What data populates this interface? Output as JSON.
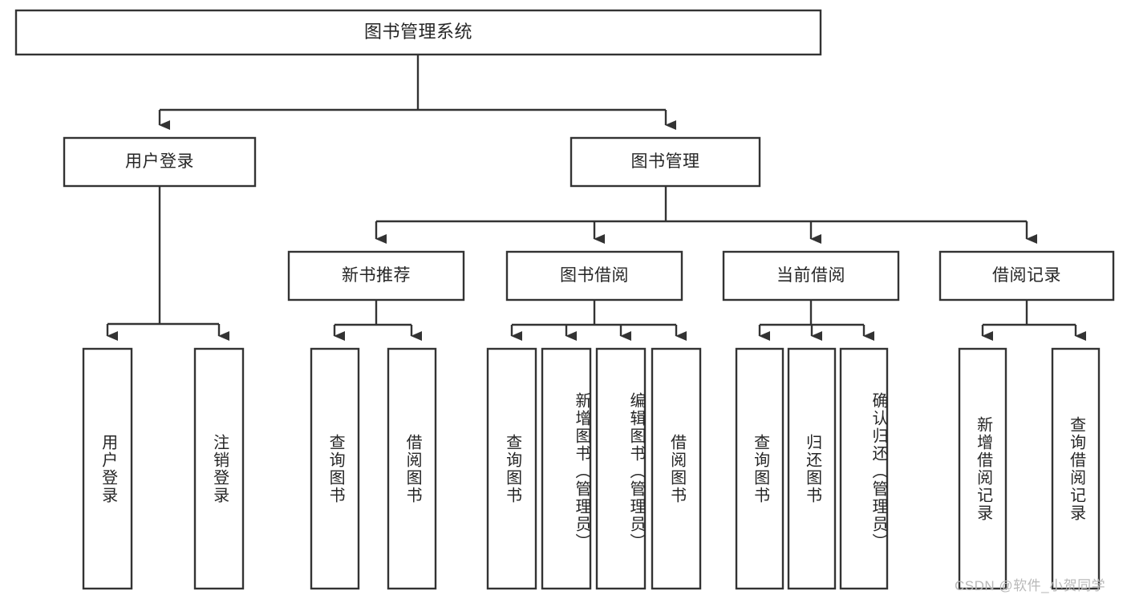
{
  "diagram": {
    "type": "tree-hierarchy",
    "title": "图书管理系统",
    "watermark": "CSDN @软件_小贺同学",
    "colors": {
      "stroke": "#333333",
      "box_fill": "#ffffff",
      "text": "#262626",
      "background": "#ffffff",
      "watermark": "#b9b9b9"
    },
    "levels": {
      "root": {
        "label": "图书管理系统"
      },
      "level2": [
        {
          "id": "user-login",
          "label": "用户登录"
        },
        {
          "id": "book-management",
          "label": "图书管理"
        }
      ],
      "level3": [
        {
          "id": "new-book-recommend",
          "label": "新书推荐",
          "parent": "book-management"
        },
        {
          "id": "book-borrow",
          "label": "图书借阅",
          "parent": "book-management"
        },
        {
          "id": "current-borrow",
          "label": "当前借阅",
          "parent": "book-management"
        },
        {
          "id": "borrow-record",
          "label": "借阅记录",
          "parent": "book-management"
        }
      ],
      "leaves": [
        {
          "id": "leaf-user-login",
          "label": "用户登录",
          "parent": "user-login"
        },
        {
          "id": "leaf-logout-login",
          "label": "注销登录",
          "parent": "user-login"
        },
        {
          "id": "leaf-query-book-1",
          "label": "查询图书",
          "parent": "new-book-recommend"
        },
        {
          "id": "leaf-borrow-book-1",
          "label": "借阅图书",
          "parent": "new-book-recommend"
        },
        {
          "id": "leaf-query-book-2",
          "label": "查询图书",
          "parent": "book-borrow"
        },
        {
          "id": "leaf-add-book",
          "label": "新增图书（管理员）",
          "parent": "book-borrow"
        },
        {
          "id": "leaf-edit-book",
          "label": "编辑图书（管理员）",
          "parent": "book-borrow"
        },
        {
          "id": "leaf-borrow-book-2",
          "label": "借阅图书",
          "parent": "book-borrow"
        },
        {
          "id": "leaf-query-book-3",
          "label": "查询图书",
          "parent": "current-borrow"
        },
        {
          "id": "leaf-return-book",
          "label": "归还图书",
          "parent": "current-borrow"
        },
        {
          "id": "leaf-confirm-return",
          "label": "确认归还（管理员）",
          "parent": "current-borrow"
        },
        {
          "id": "leaf-add-record",
          "label": "新增借阅记录",
          "parent": "borrow-record"
        },
        {
          "id": "leaf-query-record",
          "label": "查询借阅记录",
          "parent": "borrow-record"
        }
      ]
    }
  }
}
